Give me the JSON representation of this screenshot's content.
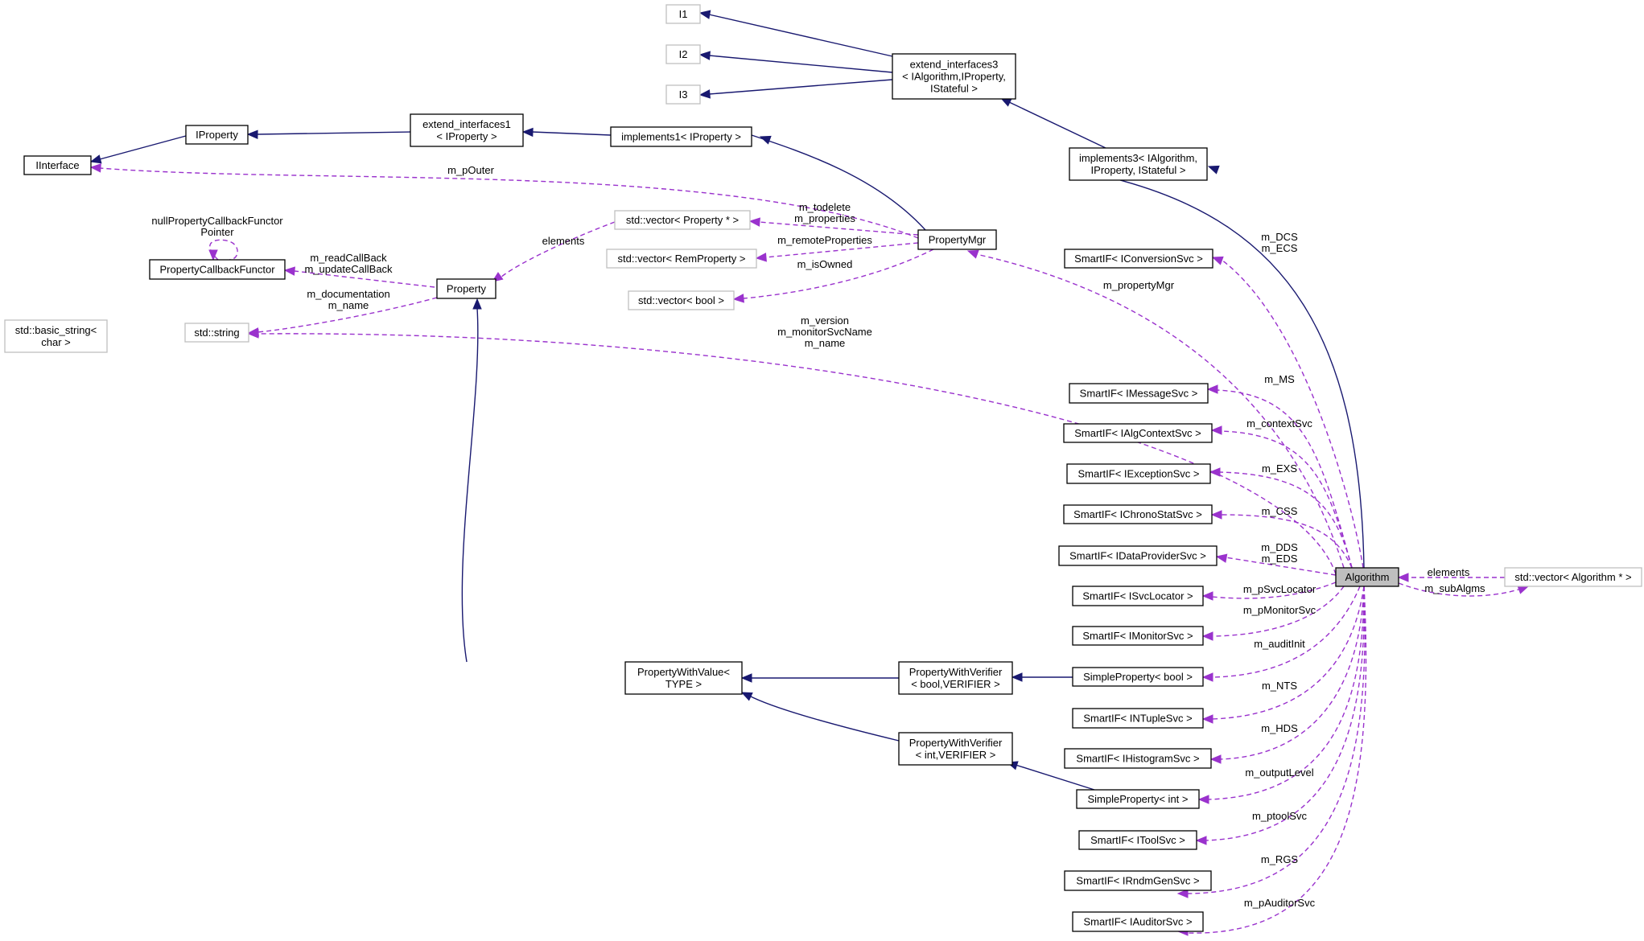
{
  "nodes": {
    "I1": "I1",
    "I2": "I2",
    "I3": "I3",
    "extend_interfaces3": [
      "extend_interfaces3",
      "< IAlgorithm,IProperty,",
      "IStateful >"
    ],
    "IProperty": "IProperty",
    "extend_interfaces1": [
      "extend_interfaces1",
      "< IProperty >"
    ],
    "implements1": "implements1< IProperty >",
    "IInterface": "IInterface",
    "implements3": [
      "implements3< IAlgorithm,",
      "IProperty, IStateful >"
    ],
    "vector_property_ptr": "std::vector< Property * >",
    "PropertyMgr": "PropertyMgr",
    "PropertyCallbackFunctor": "PropertyCallbackFunctor",
    "vector_remproperty": "std::vector< RemProperty >",
    "SmartIF_IConversionSvc": "SmartIF< IConversionSvc >",
    "Property": "Property",
    "vector_bool": "std::vector< bool >",
    "basic_string": [
      "std::basic_string<",
      "char >"
    ],
    "std_string": "std::string",
    "SmartIF_IMessageSvc": "SmartIF< IMessageSvc >",
    "SmartIF_IAlgContextSvc": "SmartIF< IAlgContextSvc >",
    "SmartIF_IExceptionSvc": "SmartIF< IExceptionSvc >",
    "SmartIF_IChronoStatSvc": "SmartIF< IChronoStatSvc >",
    "SmartIF_IDataProviderSvc": "SmartIF< IDataProviderSvc >",
    "Algorithm": "Algorithm",
    "vector_algorithm_ptr": "std::vector< Algorithm * >",
    "SmartIF_ISvcLocator": "SmartIF< ISvcLocator >",
    "SmartIF_IMonitorSvc": "SmartIF< IMonitorSvc >",
    "PropertyWithValue": [
      "PropertyWithValue<",
      "TYPE >"
    ],
    "PropertyWithVerifier_bool": [
      "PropertyWithVerifier",
      "< bool,VERIFIER >"
    ],
    "SimpleProperty_bool": "SimpleProperty< bool >",
    "SmartIF_INTupleSvc": "SmartIF< INTupleSvc >",
    "PropertyWithVerifier_int": [
      "PropertyWithVerifier",
      "< int,VERIFIER >"
    ],
    "SmartIF_IHistogramSvc": "SmartIF< IHistogramSvc >",
    "SimpleProperty_int": "SimpleProperty< int >",
    "SmartIF_IToolSvc": "SmartIF< IToolSvc >",
    "SmartIF_IRndmGenSvc": "SmartIF< IRndmGenSvc >",
    "SmartIF_IAuditorSvc": "SmartIF< IAuditorSvc >"
  },
  "edge_labels": {
    "m_pOuter": "m_pOuter",
    "callback_pointer": [
      "nullPropertyCallbackFunctor",
      "Pointer"
    ],
    "elements_property": "elements",
    "todelete_properties": [
      "m_todelete",
      "m_properties"
    ],
    "remoteProperties": "m_remoteProperties",
    "isOwned": "m_isOwned",
    "callbacks": [
      "m_readCallBack",
      "m_updateCallBack"
    ],
    "doc_name": [
      "m_documentation",
      "m_name"
    ],
    "version_names": [
      "m_version",
      "m_monitorSvcName",
      "m_name"
    ],
    "DCS_ECS": [
      "m_DCS",
      "m_ECS"
    ],
    "propertyMgr": "m_propertyMgr",
    "MS": "m_MS",
    "contextSvc": "m_contextSvc",
    "EXS": "m_EXS",
    "CSS": "m_CSS",
    "DDS_EDS": [
      "m_DDS",
      "m_EDS"
    ],
    "elements_algorithm": "elements",
    "subAlgms": "m_subAlgms",
    "pSvcLocator": "m_pSvcLocator",
    "pMonitorSvc": "m_pMonitorSvc",
    "auditInit": "m_auditInit",
    "NTS": "m_NTS",
    "HDS": "m_HDS",
    "outputLevel": "m_outputLevel",
    "ptoolSvc": "m_ptoolSvc",
    "RGS": "m_RGS",
    "pAuditorSvc": "m_pAuditorSvc"
  },
  "colors": {
    "inheritance_edge": "#191970",
    "usage_edge": "#9a32cd",
    "focus_fill": "#bfbfbf",
    "external_border": "#bfbfbf"
  }
}
